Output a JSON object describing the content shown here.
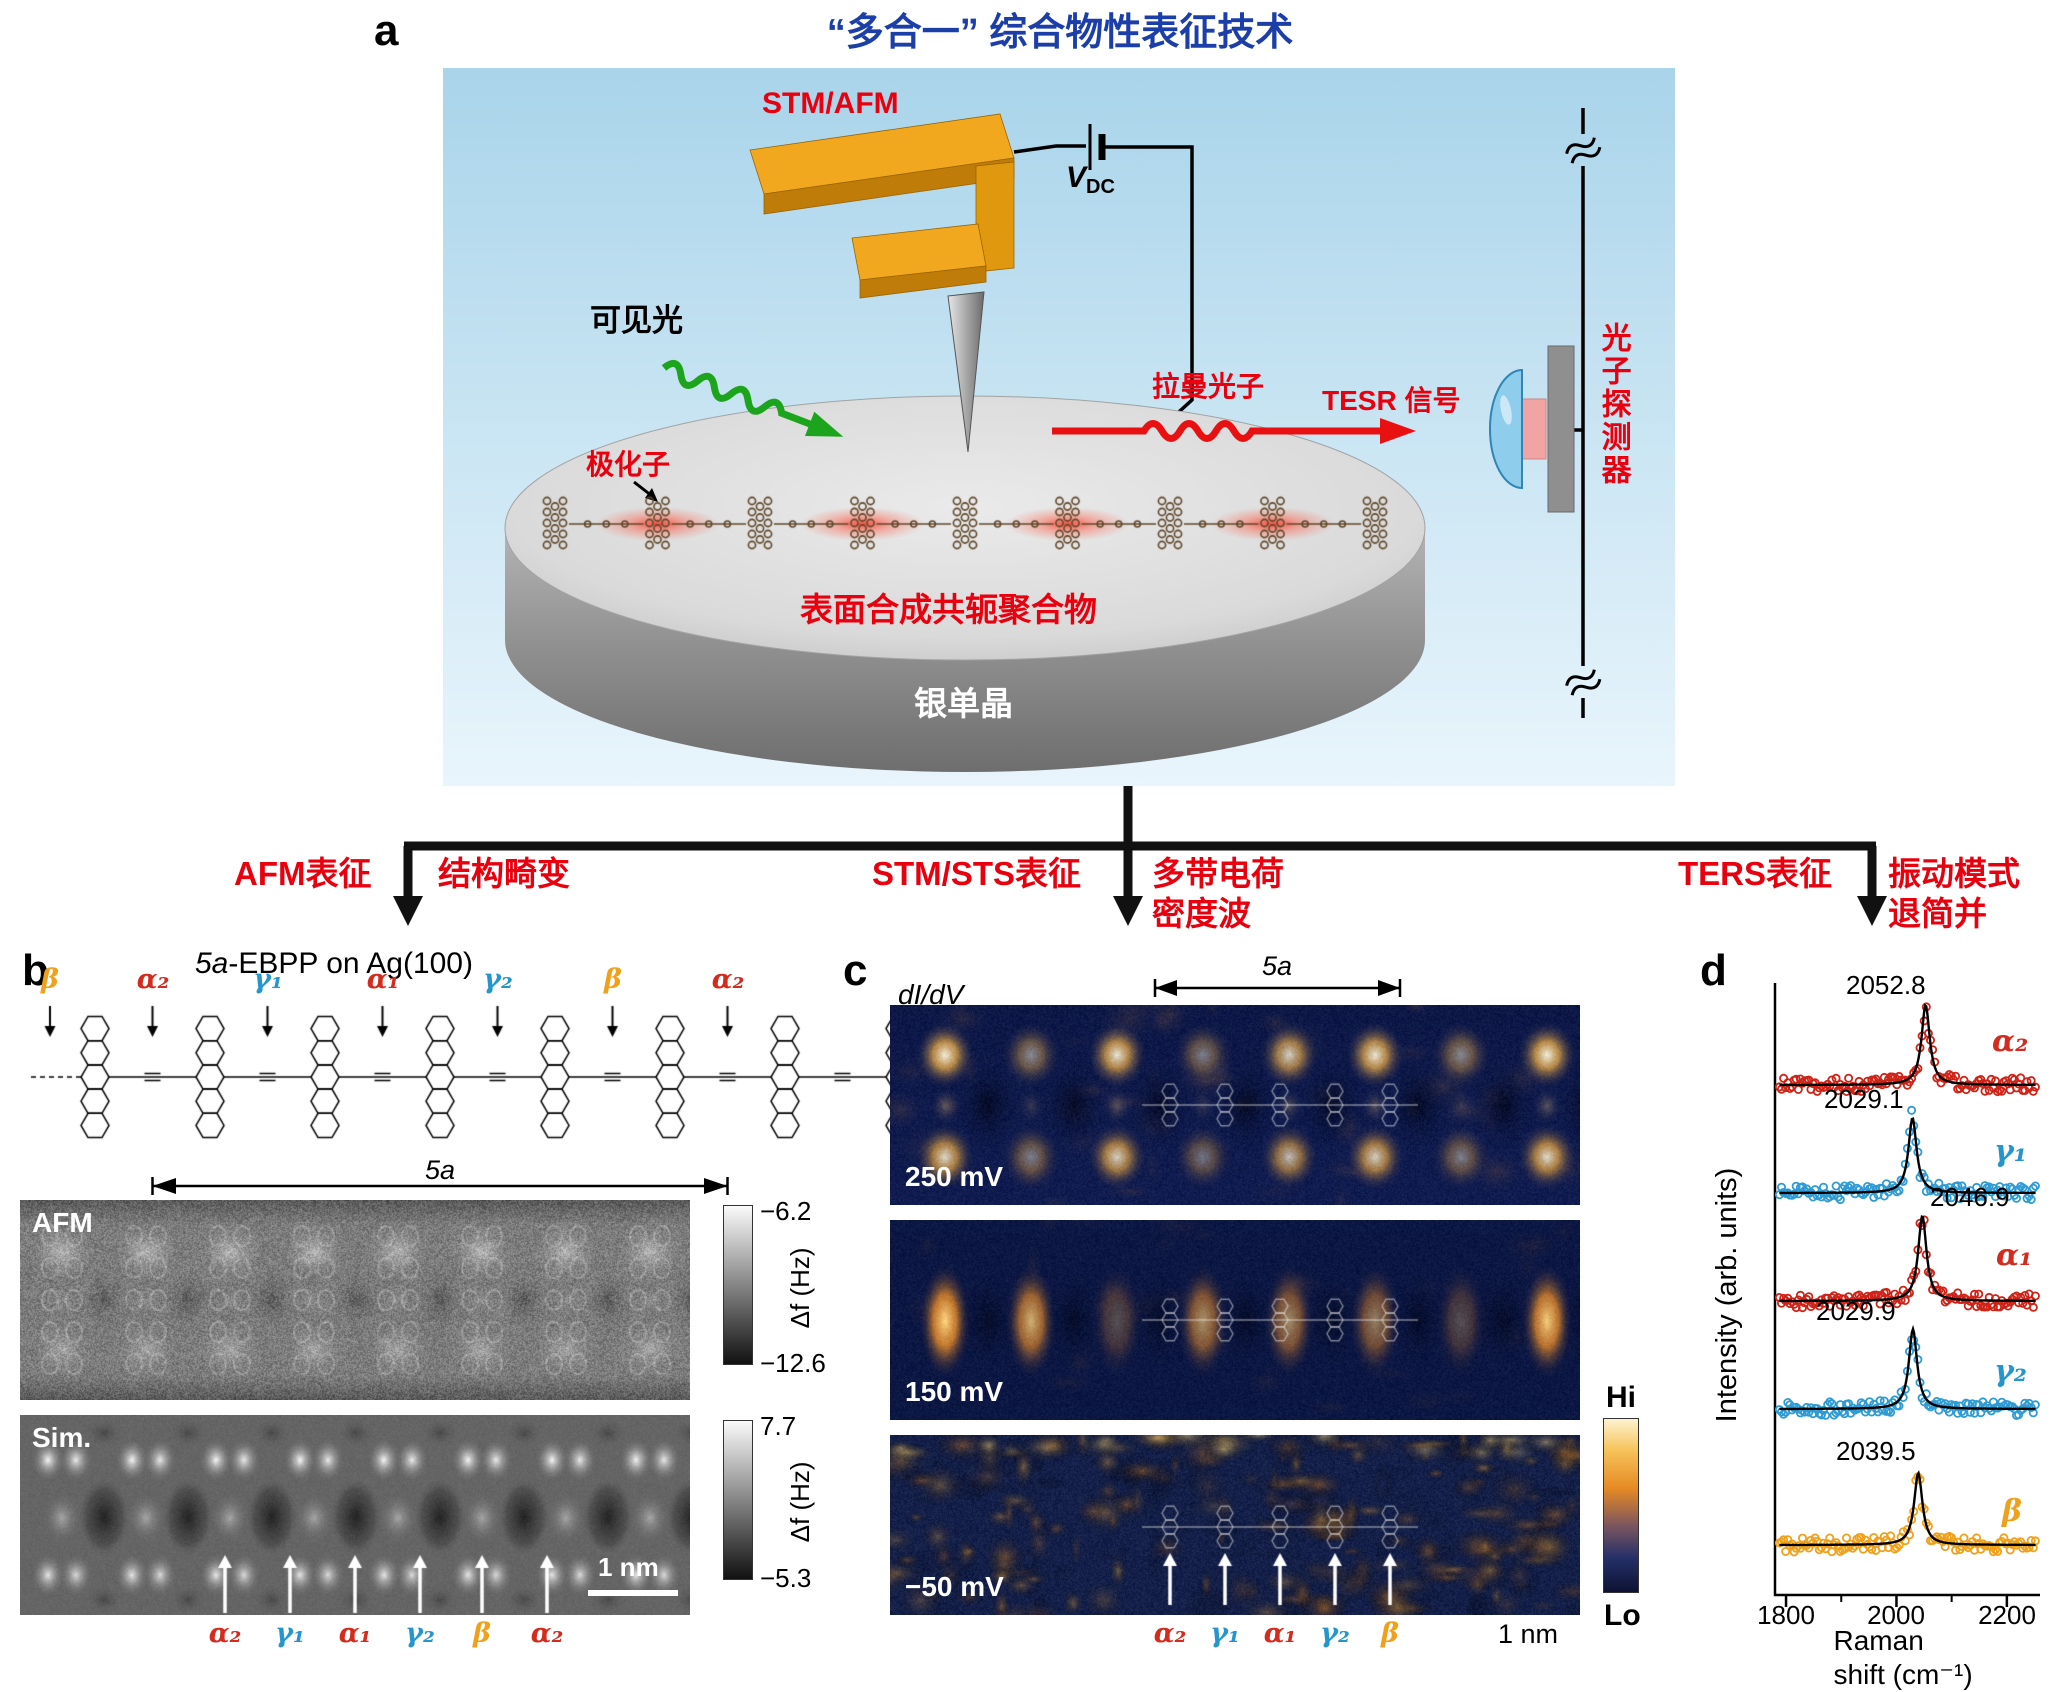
{
  "figure": {
    "panels": {
      "a": "a",
      "b": "b",
      "c": "c",
      "d": "d"
    }
  },
  "panel_a": {
    "title": "“多合一” 综合物性表征技术",
    "stm_afm": "STM/AFM",
    "vdc_v": "V",
    "vdc_sub": "DC",
    "visible_light": "可见光",
    "polaron": "极化子",
    "raman_photon": "拉曼光子",
    "tesr_signal": "TESR 信号",
    "photon_detector": "光子探测器",
    "polymer": "表面合成共轭聚合物",
    "substrate": "银单晶"
  },
  "branches": {
    "afm_method": "AFM表征",
    "afm_result": "结构畸变",
    "stm_method": "STM/STS表征",
    "stm_result": "多带电荷\n密度波",
    "ters_method": "TERS表征",
    "ters_result": "振动模式\n退简并"
  },
  "panel_b": {
    "title_italic": "5a",
    "title_rest": "-EBPP on Ag(100)",
    "top_labels": [
      "β",
      "α₂",
      "γ₁",
      "α₁",
      "γ₂",
      "β",
      "α₂"
    ],
    "span": "5a",
    "afm_tag": "AFM",
    "sim_tag": "Sim.",
    "cbar_afm_top": "−6.2",
    "cbar_afm_bottom": "−12.6",
    "cbar_afm_unit": "Δf (Hz)",
    "cbar_sim_top": "7.7",
    "cbar_sim_bottom": "−5.3",
    "cbar_sim_unit": "Δf (Hz)",
    "scalebar": "1 nm",
    "bottom_labels": [
      "α₂",
      "γ₁",
      "α₁",
      "γ₂",
      "β",
      "α₂"
    ]
  },
  "panel_c": {
    "didv": "dI/dV",
    "span": "5a",
    "bias_250": "250 mV",
    "bias_150": "150 mV",
    "bias_m50": "−50 mV",
    "hi": "Hi",
    "lo": "Lo",
    "scalebar": "1 nm",
    "bottom_labels": [
      "α₂",
      "γ₁",
      "α₁",
      "γ₂",
      "β"
    ]
  },
  "panel_d": {
    "ylabel": "Intensity (arb. units)",
    "xlabel": "Raman shift (cm⁻¹)",
    "xticks": [
      "1800",
      "2000",
      "2200"
    ],
    "peaks": [
      "2052.8",
      "2029.1",
      "2046.9",
      "2029.9",
      "2039.5"
    ],
    "modes": [
      "α₂",
      "γ₁",
      "α₁",
      "γ₂",
      "β"
    ]
  },
  "chart_data": {
    "type": "line",
    "title": "",
    "xlabel": "Raman shift (cm⁻¹)",
    "ylabel": "Intensity (arb. units)",
    "xlim": [
      1780,
      2260
    ],
    "xticks": [
      1800,
      2000,
      2200
    ],
    "grid": false,
    "legend_position": "right-of-each-curve",
    "series": [
      {
        "name": "α₂",
        "peak_center": 2052.8,
        "color": "#cf2317",
        "style": "scatter+lorentzian-fit"
      },
      {
        "name": "γ₁",
        "peak_center": 2029.1,
        "color": "#2e9bd4",
        "style": "scatter+lorentzian-fit"
      },
      {
        "name": "α₁",
        "peak_center": 2046.9,
        "color": "#cf2317",
        "style": "scatter+lorentzian-fit"
      },
      {
        "name": "γ₂",
        "peak_center": 2029.9,
        "color": "#2e9bd4",
        "style": "scatter+lorentzian-fit"
      },
      {
        "name": "β",
        "peak_center": 2039.5,
        "color": "#f0a11c",
        "style": "scatter+lorentzian-fit"
      }
    ]
  }
}
